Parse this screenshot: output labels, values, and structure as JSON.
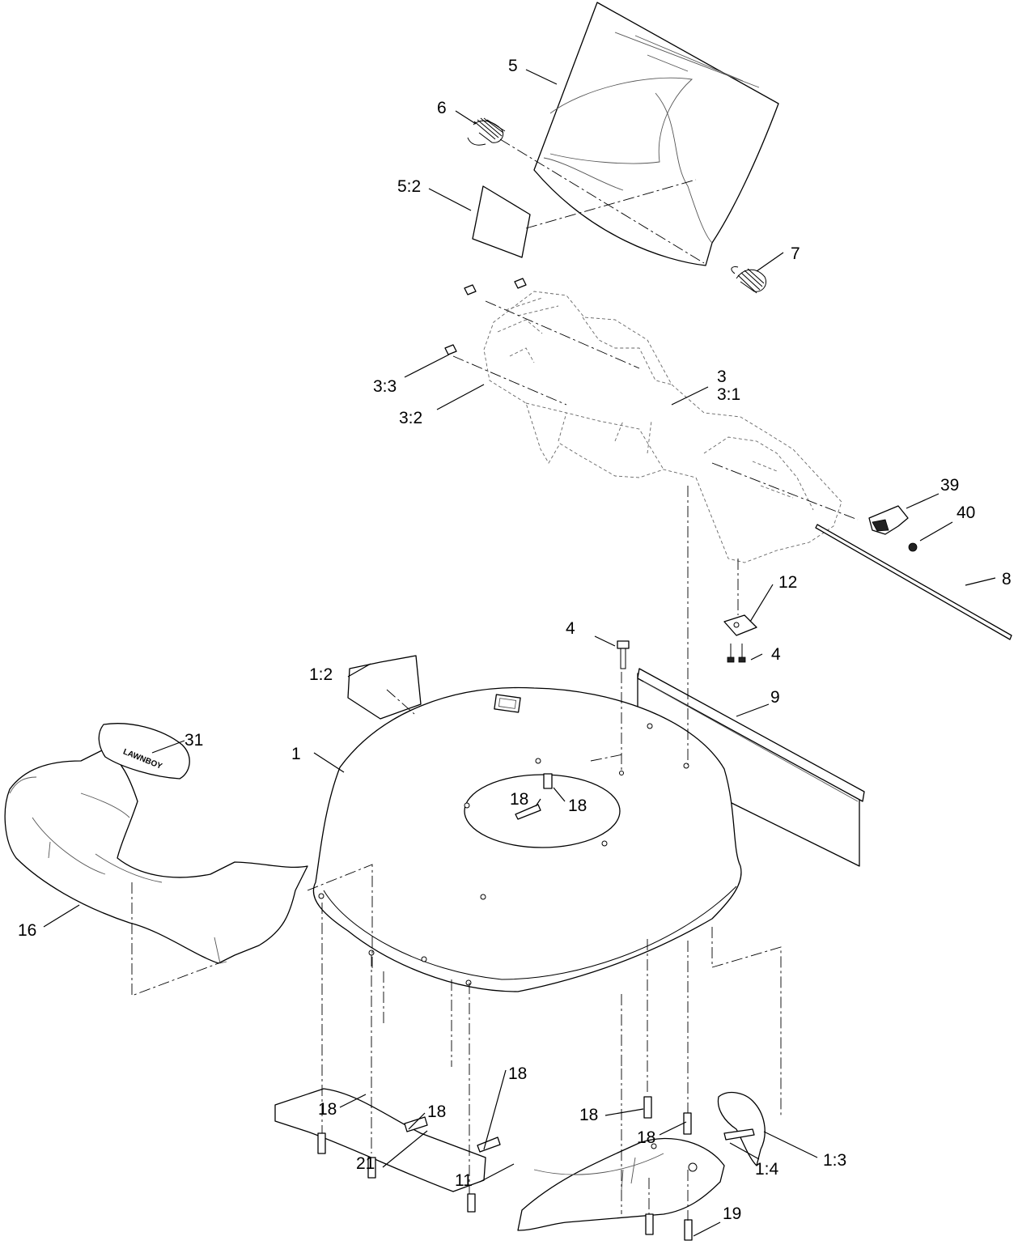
{
  "callouts": [
    {
      "id": "c-5",
      "label": "5"
    },
    {
      "id": "c-6",
      "label": "6"
    },
    {
      "id": "c-5-2",
      "label": "5:2"
    },
    {
      "id": "c-7",
      "label": "7"
    },
    {
      "id": "c-3-3",
      "label": "3:3"
    },
    {
      "id": "c-3-2",
      "label": "3:2"
    },
    {
      "id": "c-3",
      "label": "3"
    },
    {
      "id": "c-3-1",
      "label": "3:1"
    },
    {
      "id": "c-39",
      "label": "39"
    },
    {
      "id": "c-40",
      "label": "40"
    },
    {
      "id": "c-8",
      "label": "8"
    },
    {
      "id": "c-12",
      "label": "12"
    },
    {
      "id": "c-4-top",
      "label": "4"
    },
    {
      "id": "c-4-right",
      "label": "4"
    },
    {
      "id": "c-1-2",
      "label": "1:2"
    },
    {
      "id": "c-9",
      "label": "9"
    },
    {
      "id": "c-31",
      "label": "31"
    },
    {
      "id": "c-1",
      "label": "1"
    },
    {
      "id": "c-18-a",
      "label": "18"
    },
    {
      "id": "c-18-b",
      "label": "18"
    },
    {
      "id": "c-16",
      "label": "16"
    },
    {
      "id": "c-18-c",
      "label": "18"
    },
    {
      "id": "c-18-d",
      "label": "18"
    },
    {
      "id": "c-18-e",
      "label": "18"
    },
    {
      "id": "c-18-f",
      "label": "18"
    },
    {
      "id": "c-18-g",
      "label": "18"
    },
    {
      "id": "c-1-4",
      "label": "1:4"
    },
    {
      "id": "c-1-3",
      "label": "1:3"
    },
    {
      "id": "c-21",
      "label": "21"
    },
    {
      "id": "c-11",
      "label": "11"
    },
    {
      "id": "c-19",
      "label": "19"
    }
  ],
  "logo_text": "LAWNBOY"
}
